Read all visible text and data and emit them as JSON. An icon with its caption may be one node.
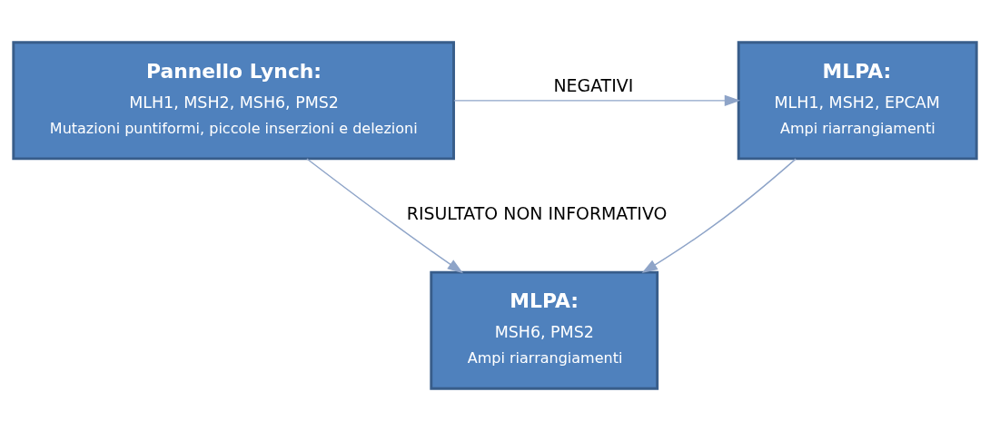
{
  "diagram": {
    "nodes": [
      {
        "text": [
          "Pannello Lynch:",
          "MLH1, MSH2, MSH6, PMS2",
          "Mutazioni puntiformi, piccole inserzioni e delezioni"
        ]
      },
      {
        "text": [
          "MLPA:",
          "MLH1, MSH2, EPCAM",
          "Ampi riarrangiamenti"
        ]
      },
      {
        "text": [
          "MLPA:",
          "MSH6, PMS2",
          "Ampi riarrangiamenti"
        ]
      }
    ],
    "edges": [
      {
        "from": 0,
        "to": 1,
        "arrow": "to",
        "label": "NEGATIVI"
      },
      {
        "from": 0,
        "to": 2,
        "arrow": "to",
        "label": "RISULTATO NON INFORMATIVO"
      },
      {
        "from": 1,
        "to": 2,
        "arrow": "to"
      }
    ]
  }
}
